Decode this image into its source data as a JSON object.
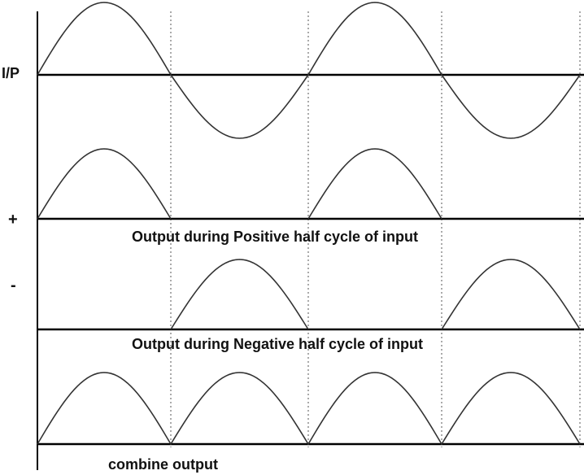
{
  "labels": {
    "input": "I/P",
    "plus": "+",
    "minus": "-",
    "positive_caption": "Output during Positive half cycle of input",
    "negative_caption": "Output during Negative half cycle of input",
    "combined_caption": "combine output"
  },
  "colors": {
    "waveform": "#333333",
    "axis": "#000000",
    "guide": "#555555"
  }
}
